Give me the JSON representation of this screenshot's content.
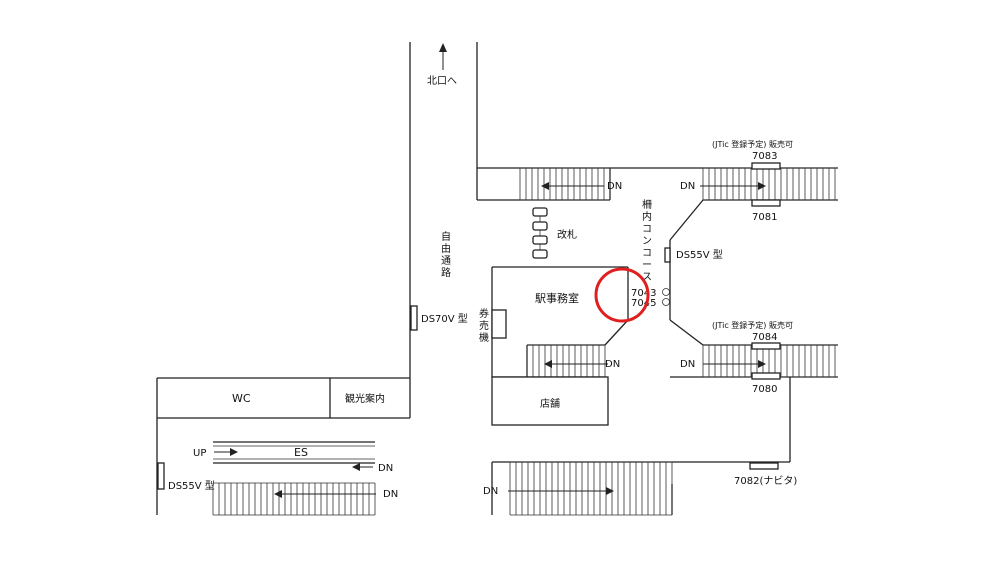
{
  "labels": {
    "north_exit": "北口へ",
    "free_passage": "自由通路",
    "ticket_gate": "改札",
    "concourse": "構内コンコース",
    "station_office": "駅事務室",
    "ticket_machine": "券売機",
    "shop": "店舗",
    "wc": "WC",
    "tourist_info": "観光案内",
    "es": "ES",
    "up": "UP",
    "dn": "DN"
  },
  "signage": {
    "ds70v": "DS70V 型",
    "ds55v_concourse": "DS55V 型",
    "ds55v_left": "DS55V 型",
    "note_top": "(JTic 登録予定) 販売可",
    "note_mid": "(JTic 登録予定) 販売可",
    "id_7083": "7083",
    "id_7081": "7081",
    "id_7084": "7084",
    "id_7080": "7080",
    "id_7082": "7082(ナビタ)",
    "id_7043": "7043",
    "id_7045": "7045"
  },
  "colors": {
    "highlight": "#e02020",
    "line": "#222222"
  }
}
